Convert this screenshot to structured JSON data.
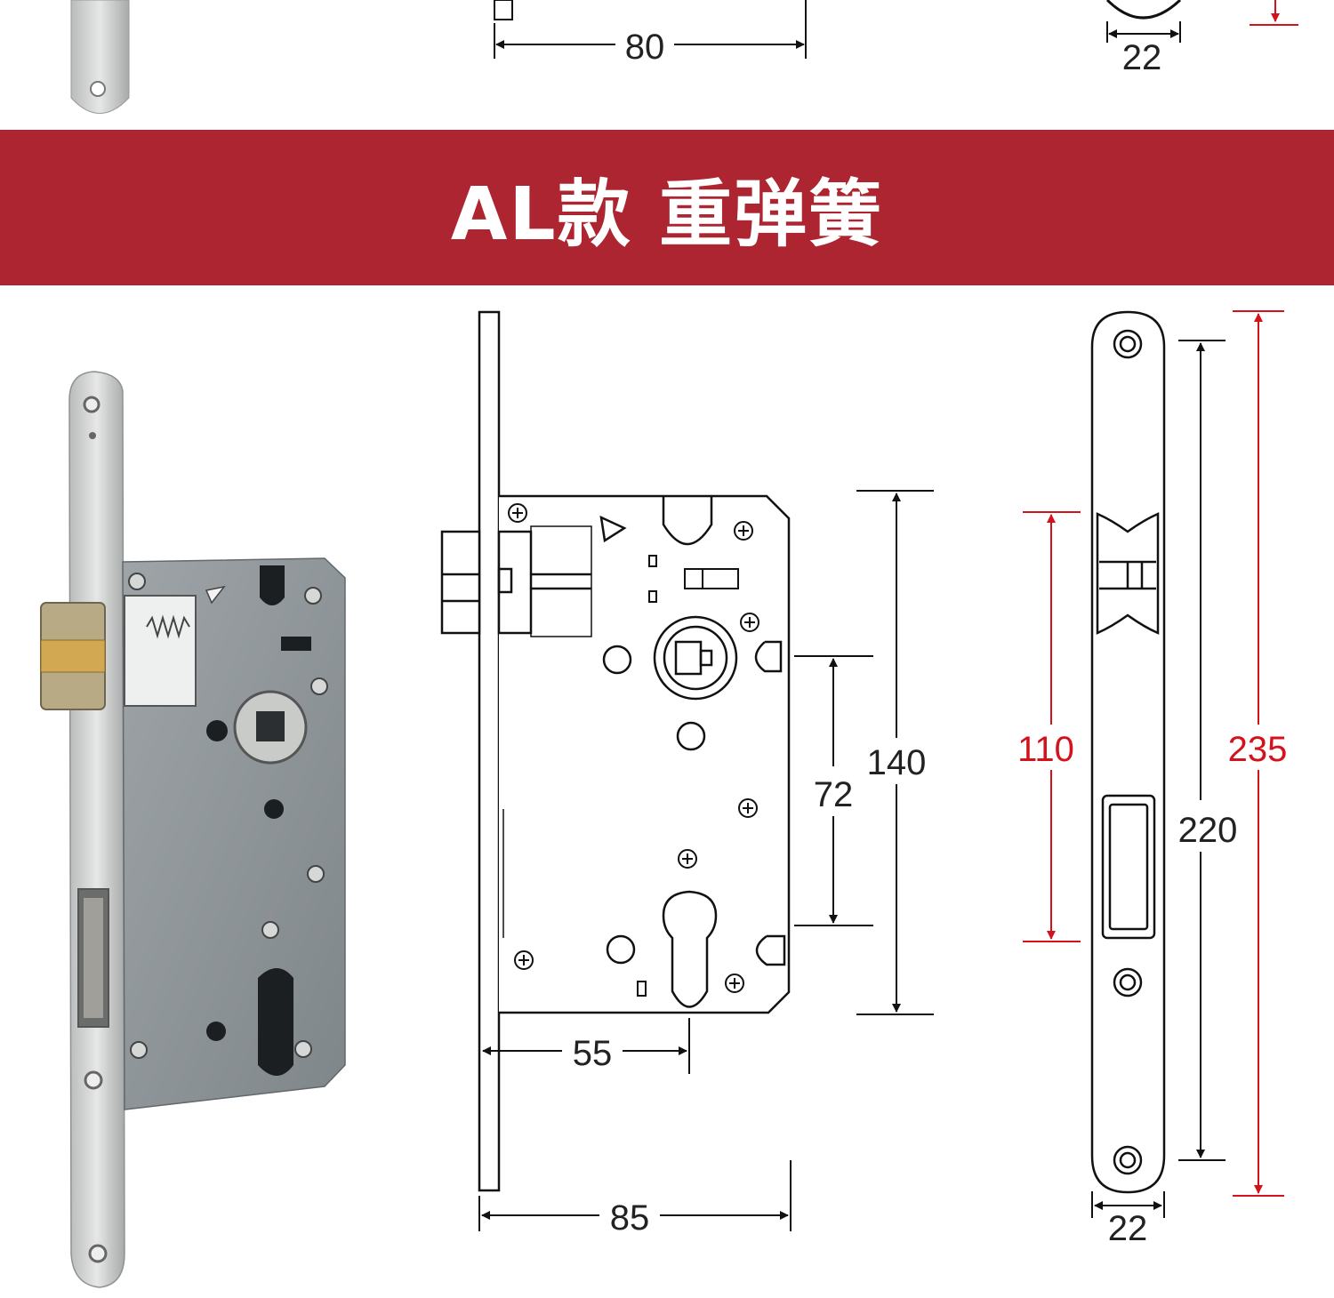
{
  "banner": {
    "title": "AL款 重弹簧"
  },
  "colors": {
    "banner": "#ae2532",
    "red_dim": "#d3121c",
    "line": "#111111"
  },
  "top_strip": {
    "width_label": "80",
    "backset_label": "22"
  },
  "side_view": {
    "height_label": "140",
    "center_label": "72",
    "backset_label": "55",
    "depth_label": "85"
  },
  "front_view": {
    "latch_span_label": "110",
    "screw_span_label": "220",
    "total_label": "235",
    "width_label": "22"
  }
}
